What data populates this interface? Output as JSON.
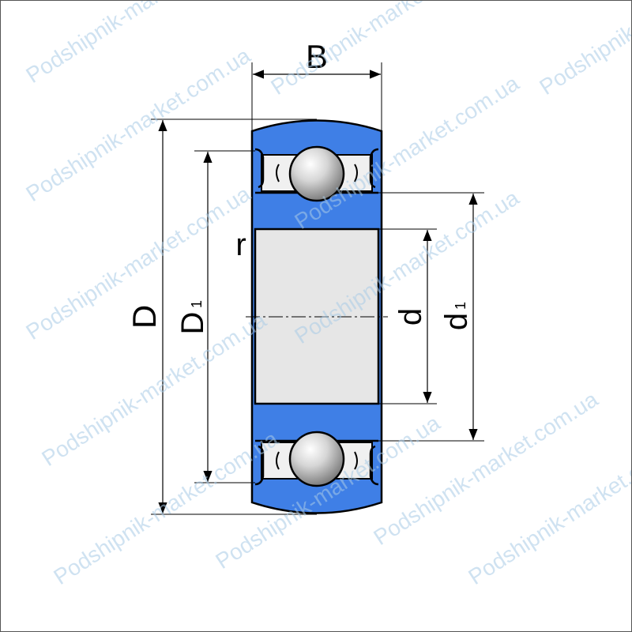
{
  "labels": {
    "width": "B",
    "outer_diameter": "D",
    "outer_ring_shoulder": "D",
    "outer_ring_shoulder_sub": "1",
    "radius": "r",
    "bore": "d",
    "inner_ring_shoulder": "d",
    "inner_ring_shoulder_sub": "1"
  },
  "watermark": "Podshipnik-market.com.ua",
  "colors": {
    "ring": "#3f7fe6",
    "bore": "#e6e6e6",
    "seal": "#f0f0f0",
    "ball": "#b8b8b8",
    "watermark": "#a9cbe6"
  }
}
